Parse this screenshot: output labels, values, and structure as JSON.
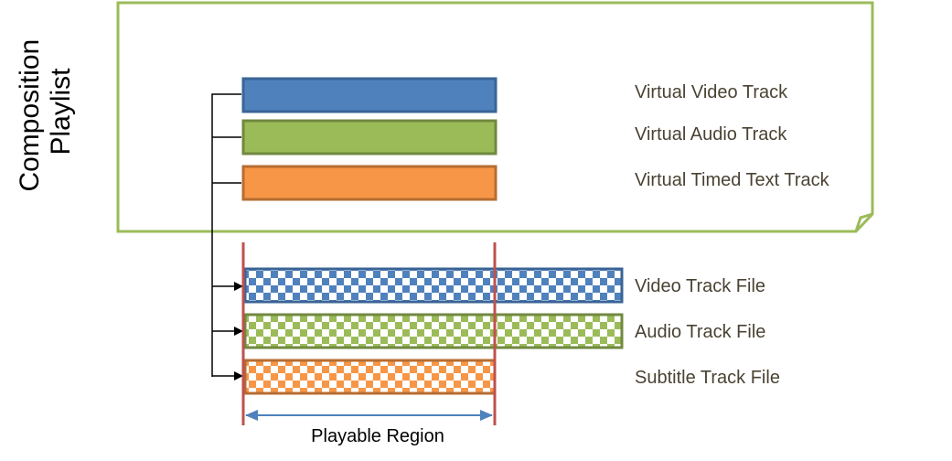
{
  "title": "Composition Playlist",
  "title_lines": [
    "Composition",
    "Playlist"
  ],
  "virtual_tracks": [
    {
      "label": "Virtual Video Track",
      "fill": "#4f81bd",
      "stroke": "#3a6496"
    },
    {
      "label": "Virtual Audio Track",
      "fill": "#9bbb59",
      "stroke": "#71893f"
    },
    {
      "label": "Virtual Timed Text Track",
      "fill": "#f79646",
      "stroke": "#b66d31"
    }
  ],
  "track_files": [
    {
      "label": "Video Track File",
      "fill": "#4f81bd",
      "stroke": "#3a6496"
    },
    {
      "label": "Audio Track File",
      "fill": "#9bbb59",
      "stroke": "#71893f"
    },
    {
      "label": "Subtitle Track File",
      "fill": "#f79646",
      "stroke": "#b66d31"
    }
  ],
  "playable_region_label": "Playable Region",
  "colors": {
    "frame": "#9bbb59",
    "region_lines": "#c0504d",
    "region_arrow": "#4f81bd",
    "label_text": "#4a4333"
  }
}
